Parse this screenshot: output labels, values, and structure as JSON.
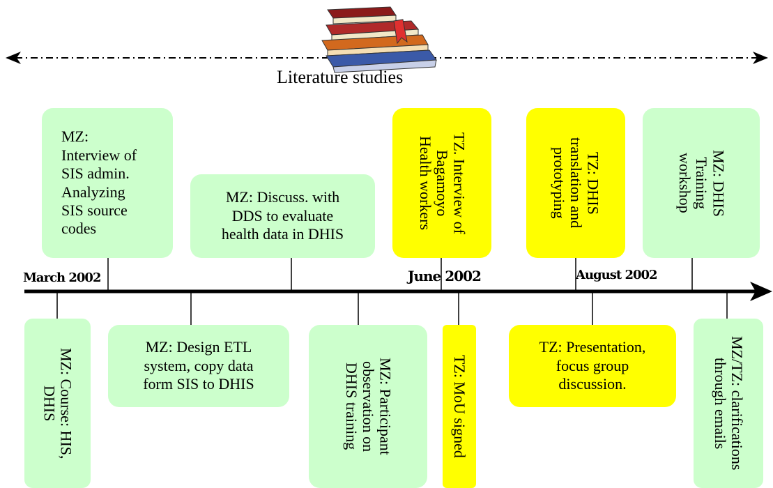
{
  "header": {
    "label": "Literature studies"
  },
  "time_labels": {
    "march": "March 2002",
    "june": "June 2002",
    "august": "August 2002"
  },
  "upper_boxes": [
    "MZ:\nInterview of\nSIS admin.\nAnalyzing\nSIS source\ncodes",
    "MZ: Discuss. with\nDDS to evaluate\nhealth data in DHIS",
    "TZ. Interview of\nBagamoyo\nHealth workers",
    "TZ: DHIS\ntranslation and\nprototyping",
    "MZ: DHIS\nTraining\nworkshop"
  ],
  "lower_boxes": [
    "MZ: Course: HIS,\nDHIS",
    "MZ: Design ETL\nsystem, copy data\nform SIS to DHIS",
    "MZ: Participant\nobservation on\nDHIS training",
    "TZ: MoU signed",
    "TZ: Presentation,\nfocus group\ndiscussion.",
    "MZ/TZ: clarifications\nthrough emails"
  ],
  "colors": {
    "green": "#ccffcc",
    "yellow": "#ffff00",
    "line": "#000000"
  }
}
